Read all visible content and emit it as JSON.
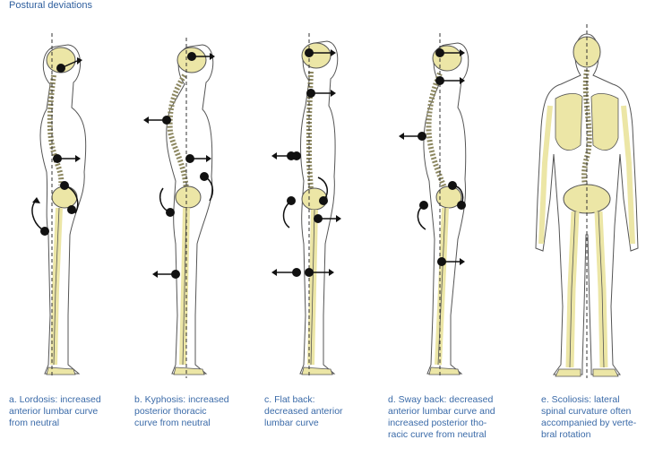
{
  "title": "Postural deviations",
  "figures": [
    {
      "caption": "a. Lordosis: increased\nanterior lumbar curve\nfrom neutral"
    },
    {
      "caption": "b. Kyphosis: increased\nposterior thoracic\ncurve from neutral"
    },
    {
      "caption": "c. Flat back:\ndecreased anterior\nlumbar curve"
    },
    {
      "caption": "d. Sway back: decreased\nanterior lumbar curve and\nincreased posterior tho-\nracic curve from neutral"
    },
    {
      "caption": "e. Scoliosis: lateral\nspinal curvature often\naccompanied by verte-\nbral rotation"
    }
  ],
  "colors": {
    "bone": "#ece6a6",
    "outline": "#555555",
    "marker": "#111111",
    "caption": "#3a6aa8"
  }
}
